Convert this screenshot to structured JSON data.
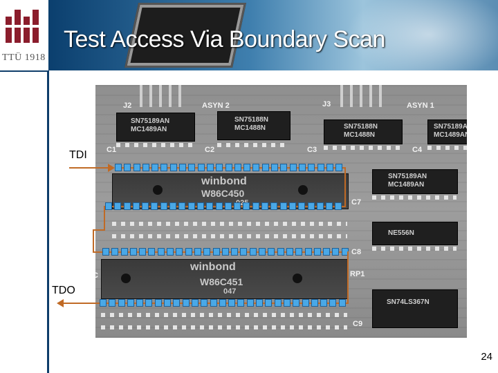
{
  "slide": {
    "title": "Test Access Via Boundary Scan",
    "page_number": "24"
  },
  "logo": {
    "text": "TTÜ 1918"
  },
  "labels": {
    "tdi": "TDI",
    "tdo": "TDO"
  },
  "board": {
    "silkscreen": [
      "J2",
      "ASYN 2",
      "J3",
      "ASYN 1",
      "C1",
      "C2",
      "C3",
      "C4",
      "C7",
      "C8",
      "RP1",
      "C9",
      "C"
    ],
    "small_ics": [
      {
        "line1": "SN75189AN",
        "line2": "MC1489AN"
      },
      {
        "line1": "SN75188N",
        "line2": "MC1488N"
      },
      {
        "line1": "SN75188N",
        "line2": "MC1488N"
      },
      {
        "line1": "SN75189AN",
        "line2": "MC1489AN"
      },
      {
        "line1": "SN75189AN",
        "line2": "MC1489AN"
      },
      {
        "line1": "NE556N",
        "line2": ""
      },
      {
        "line1": "SN74LS367N",
        "line2": ""
      }
    ],
    "big_ics": [
      {
        "brand": "winbond",
        "part": "W86C450",
        "code": "025"
      },
      {
        "brand": "winbond",
        "part": "W86C451",
        "code": "047"
      }
    ]
  },
  "colors": {
    "scan_cell": "#4aa8e6",
    "scan_path": "#c06a25",
    "banner": "#0b3f6e"
  }
}
